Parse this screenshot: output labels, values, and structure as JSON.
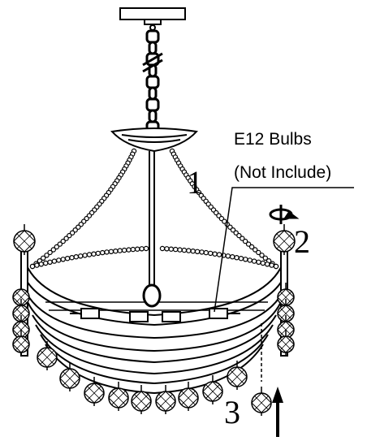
{
  "callout": {
    "line1": "E12 Bulbs",
    "line2": "(Not Include)"
  },
  "steps": {
    "one": "1",
    "two": "2",
    "three": "3"
  },
  "icons": {
    "rotate": "rotate-arrow-icon",
    "up": "up-arrow-icon"
  },
  "colors": {
    "ink": "#000000",
    "background": "#ffffff"
  }
}
